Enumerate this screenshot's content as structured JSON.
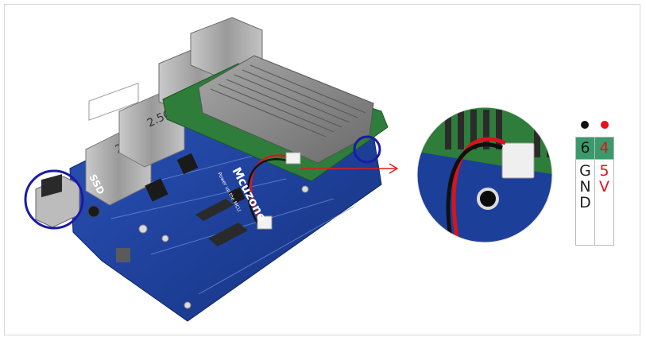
{
  "board": {
    "brand": "Mcuzone",
    "slogan": "Power up the MCU",
    "port_badges": [
      "2.5G",
      "2.5G"
    ],
    "ssd_label": "SSD"
  },
  "pinout": {
    "columns": [
      {
        "number": "6",
        "signal": [
          "G",
          "N",
          "D"
        ],
        "color": "#151515",
        "dot_color": "#111111"
      },
      {
        "number": "4",
        "signal": [
          "5",
          "V"
        ],
        "color": "#e8101a",
        "dot_color": "#e8101a"
      }
    ],
    "header_bg": "#3a9a6c"
  },
  "colors": {
    "pcb_blue": "#1c3f9a",
    "heatsink": "#8c8c8c",
    "highlight_ring": "#1a1aa8",
    "arrow": "#e01a1a"
  }
}
